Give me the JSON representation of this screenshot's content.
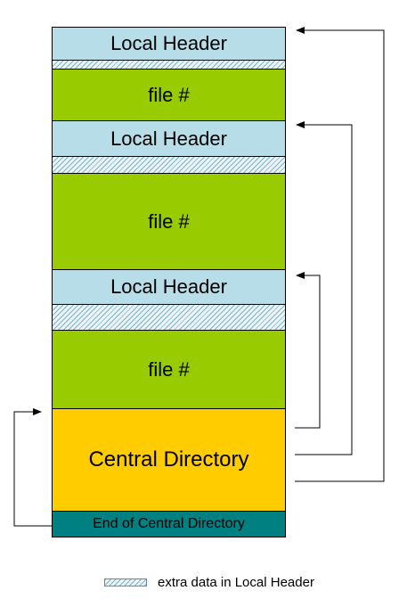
{
  "blocks": {
    "local_header_1": "Local Header",
    "file_1": "file #",
    "local_header_2": "Local Header",
    "file_2": "file #",
    "local_header_3": "Local Header",
    "file_3": "file #",
    "central_directory": "Central Directory",
    "end_of_central_directory": "End of Central Directory"
  },
  "legend": {
    "extra_data_label": "extra data in Local Header"
  },
  "colors": {
    "local_header": "#b7dde8",
    "file": "#99cc00",
    "central_directory": "#ffcc00",
    "end_of_central_directory": "#008080",
    "extra_data_hatch": "#7fb4c6"
  }
}
